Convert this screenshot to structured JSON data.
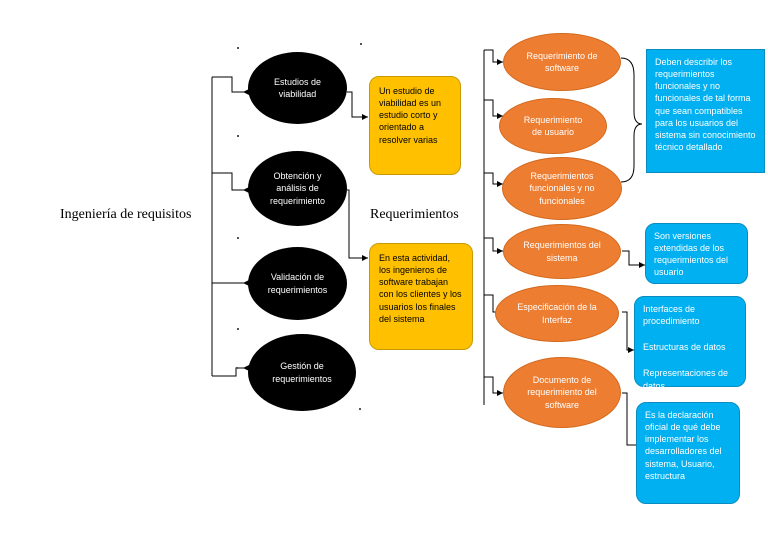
{
  "root_label": "Ingeniería de requisitos",
  "middle_label": "Requerimientos",
  "process_steps": [
    "Estudios de viabilidad",
    "Obtención y análisis de requerimiento",
    "Validación de requerimientos",
    "Gestión de requerimientos"
  ],
  "notes": {
    "feasibility": "Un estudio de viabilidad es un estudio corto y orientado a resolver varias",
    "elicitation": "En esta actividad, los ingenieros de software trabajan con los clientes y los usuarios los finales del sistema"
  },
  "requirement_types": [
    "Requerimiento de software",
    "Requerimiento de usuario",
    "Requerimientos funcionales y no funcionales",
    "Requerimientos del sistema",
    "Especificación de la Interfaz",
    "Documento de requerimiento del software"
  ],
  "descriptions": {
    "user_and_functional": "Deben describir los requerimientos funcionales y no funcionales de tal forma que sean compatibles para los usuarios del sistema sin conocimiento técnico detallado",
    "system": "Son versiones extendidas de los requerimientos del usuario",
    "interface": [
      "Interfaces de procedimiento",
      "Estructuras de datos",
      "Representaciones de datos"
    ],
    "document": "Es la declaración oficial de qué debe implementar los desarrolladores del sistema, Usuario, estructura"
  },
  "colors": {
    "black_node": "#000000",
    "orange_node": "#ed7d31",
    "yellow_note": "#ffc000",
    "blue_note": "#00b0f0"
  }
}
